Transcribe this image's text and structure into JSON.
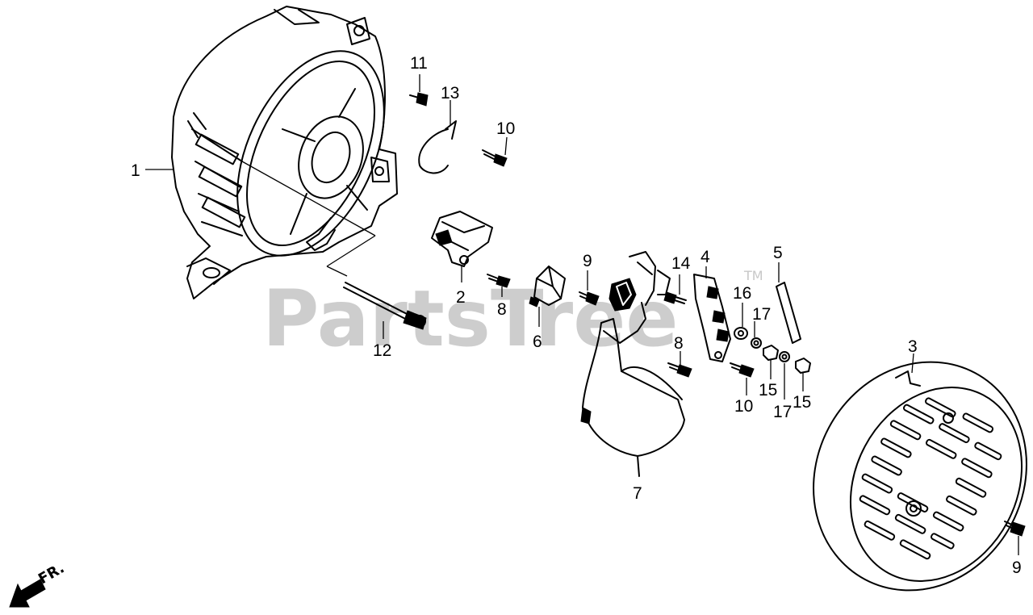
{
  "watermark": {
    "text": "PartsTree",
    "trademark": "TM"
  },
  "direction_label": "FR.",
  "callouts": {
    "c1": "1",
    "c2": "2",
    "c3": "3",
    "c4": "4",
    "c5": "5",
    "c6": "6",
    "c7": "7",
    "c8a": "8",
    "c8b": "8",
    "c9a": "9",
    "c9b": "9",
    "c10a": "10",
    "c10b": "10",
    "c11": "11",
    "c12": "12",
    "c13": "13",
    "c14": "14",
    "c15a": "15",
    "c15b": "15",
    "c16": "16",
    "c17a": "17",
    "c17b": "17"
  },
  "colors": {
    "line": "#000000",
    "watermark": "#bdbdbd",
    "background": "#ffffff"
  },
  "icons": {
    "direction": "arrow-down-left-icon"
  }
}
